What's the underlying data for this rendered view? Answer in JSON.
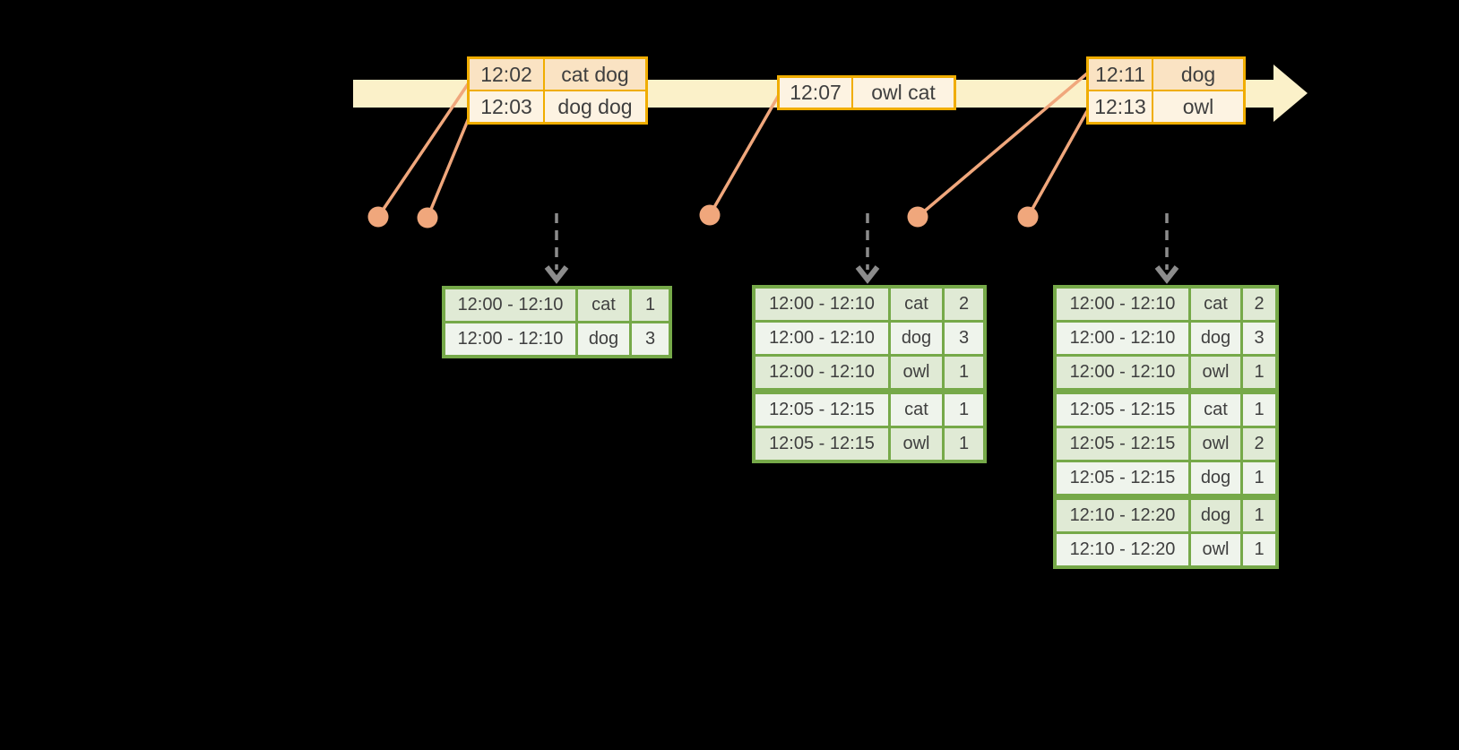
{
  "diagram_title": "windowed-event-count-stream",
  "colors": {
    "background": "#000000",
    "timeline_fill": "#FBF1C9",
    "event_table_border": "#F0AD00",
    "event_row_dark": "#FAE3C3",
    "event_row_light": "#FDF3E2",
    "connector": "#F0A77C",
    "trigger_arrow": "#8C8C8C",
    "result_table_border": "#76A949",
    "result_row_dark": "#E0EAD5",
    "result_row_light": "#EFF4EC",
    "cell_text": "#3F3F3F"
  },
  "event_stream": {
    "tables": [
      {
        "rows": [
          {
            "time": "12:02",
            "words": "cat dog"
          },
          {
            "time": "12:03",
            "words": "dog dog"
          }
        ]
      },
      {
        "rows": [
          {
            "time": "12:07",
            "words": "owl cat"
          }
        ]
      },
      {
        "rows": [
          {
            "time": "12:11",
            "words": "dog"
          },
          {
            "time": "12:13",
            "words": "owl"
          }
        ]
      }
    ]
  },
  "result_tables": [
    {
      "rows": [
        {
          "window": "12:00 - 12:10",
          "word": "cat",
          "count": "1"
        },
        {
          "window": "12:00 - 12:10",
          "word": "dog",
          "count": "3"
        }
      ],
      "group_starts": []
    },
    {
      "rows": [
        {
          "window": "12:00 - 12:10",
          "word": "cat",
          "count": "2"
        },
        {
          "window": "12:00 - 12:10",
          "word": "dog",
          "count": "3"
        },
        {
          "window": "12:00 - 12:10",
          "word": "owl",
          "count": "1"
        },
        {
          "window": "12:05 - 12:15",
          "word": "cat",
          "count": "1"
        },
        {
          "window": "12:05 - 12:15",
          "word": "owl",
          "count": "1"
        }
      ],
      "group_starts": [
        3
      ]
    },
    {
      "rows": [
        {
          "window": "12:00 - 12:10",
          "word": "cat",
          "count": "2"
        },
        {
          "window": "12:00 - 12:10",
          "word": "dog",
          "count": "3"
        },
        {
          "window": "12:00 - 12:10",
          "word": "owl",
          "count": "1"
        },
        {
          "window": "12:05 - 12:15",
          "word": "cat",
          "count": "1"
        },
        {
          "window": "12:05 - 12:15",
          "word": "owl",
          "count": "2"
        },
        {
          "window": "12:05 - 12:15",
          "word": "dog",
          "count": "1"
        },
        {
          "window": "12:10 - 12:20",
          "word": "dog",
          "count": "1"
        },
        {
          "window": "12:10 - 12:20",
          "word": "owl",
          "count": "1"
        }
      ],
      "group_starts": [
        3,
        6
      ]
    }
  ]
}
